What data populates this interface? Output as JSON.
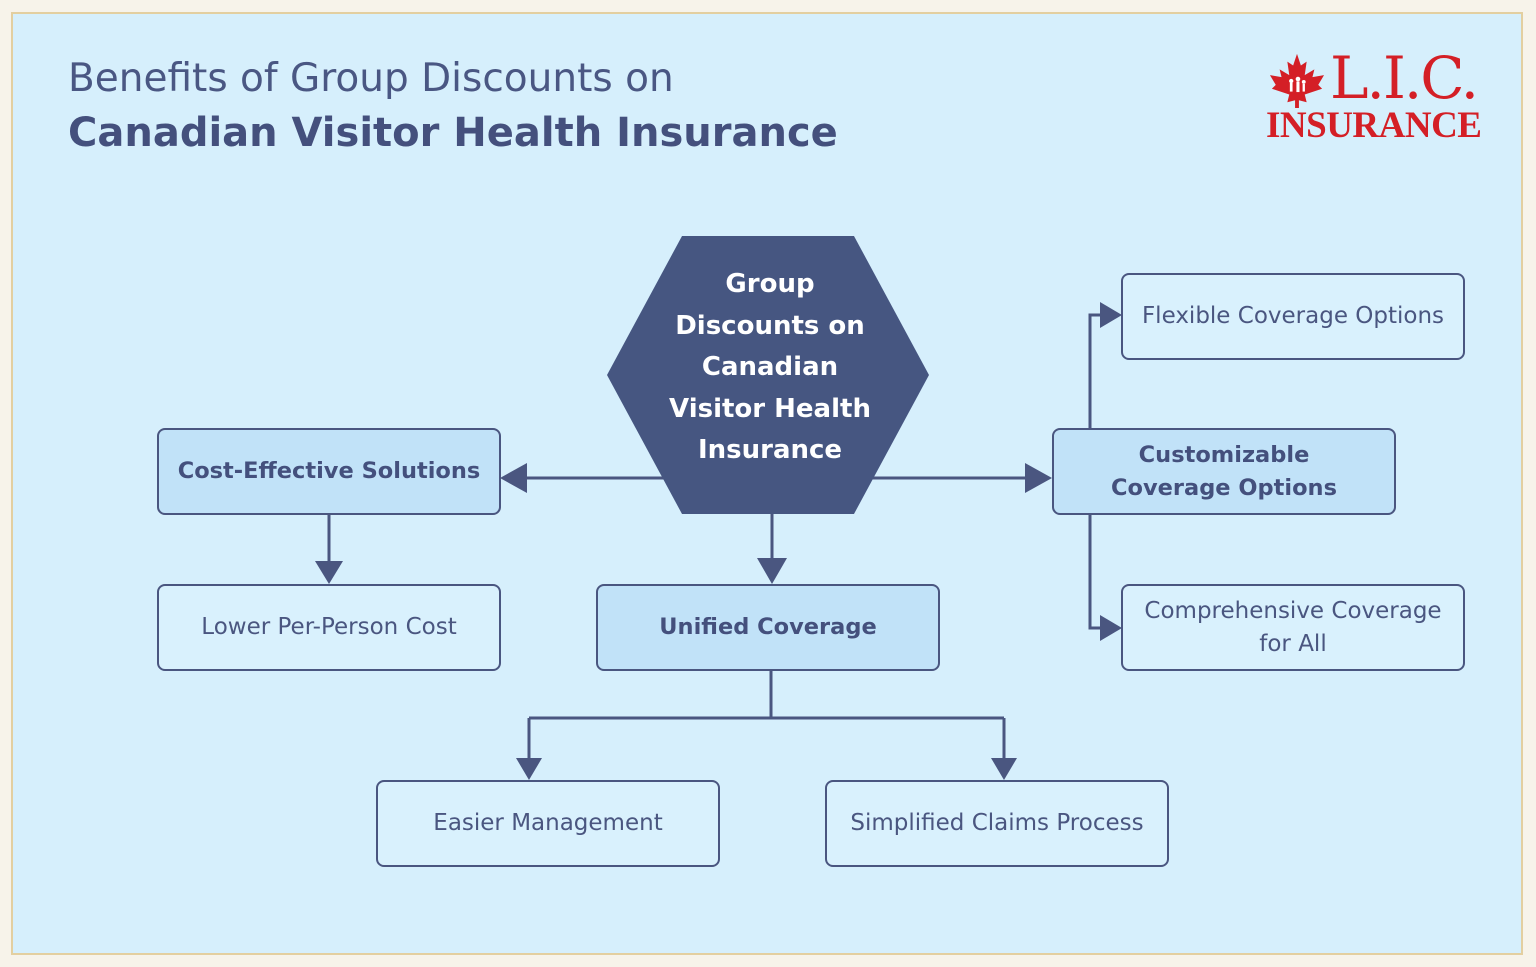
{
  "title": {
    "line1": "Benefits of Group Discounts on",
    "line2": "Canadian Visitor Health Insurance"
  },
  "logo": {
    "lettering": "L.I.C.",
    "subtitle": "INSURANCE",
    "color": "#d41f26",
    "icon": "maple-leaf-icon"
  },
  "center": {
    "label": "Group Discounts on Canadian Visitor Health Insurance"
  },
  "nodes": {
    "cost_effective": "Cost-Effective Solutions",
    "lower_cost": "Lower Per-Person Cost",
    "unified": "Unified Coverage",
    "easier": "Easier Management",
    "simplified": "Simplified Claims Process",
    "customizable": "Customizable Coverage Options",
    "flexible": "Flexible Coverage Options",
    "comprehensive": "Comprehensive Coverage for All"
  },
  "colors": {
    "hexagon": "#465681",
    "primary_box": "#c1e2f8",
    "secondary_box": "#d9f1fd",
    "background": "#d6effc",
    "lines": "#4a5680"
  }
}
